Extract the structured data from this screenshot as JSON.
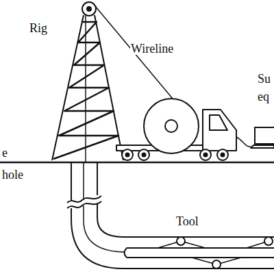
{
  "diagram": {
    "labels": [
      "Rig",
      "Wireline",
      "Su",
      "eq",
      "e",
      "hole",
      "Tool"
    ]
  }
}
